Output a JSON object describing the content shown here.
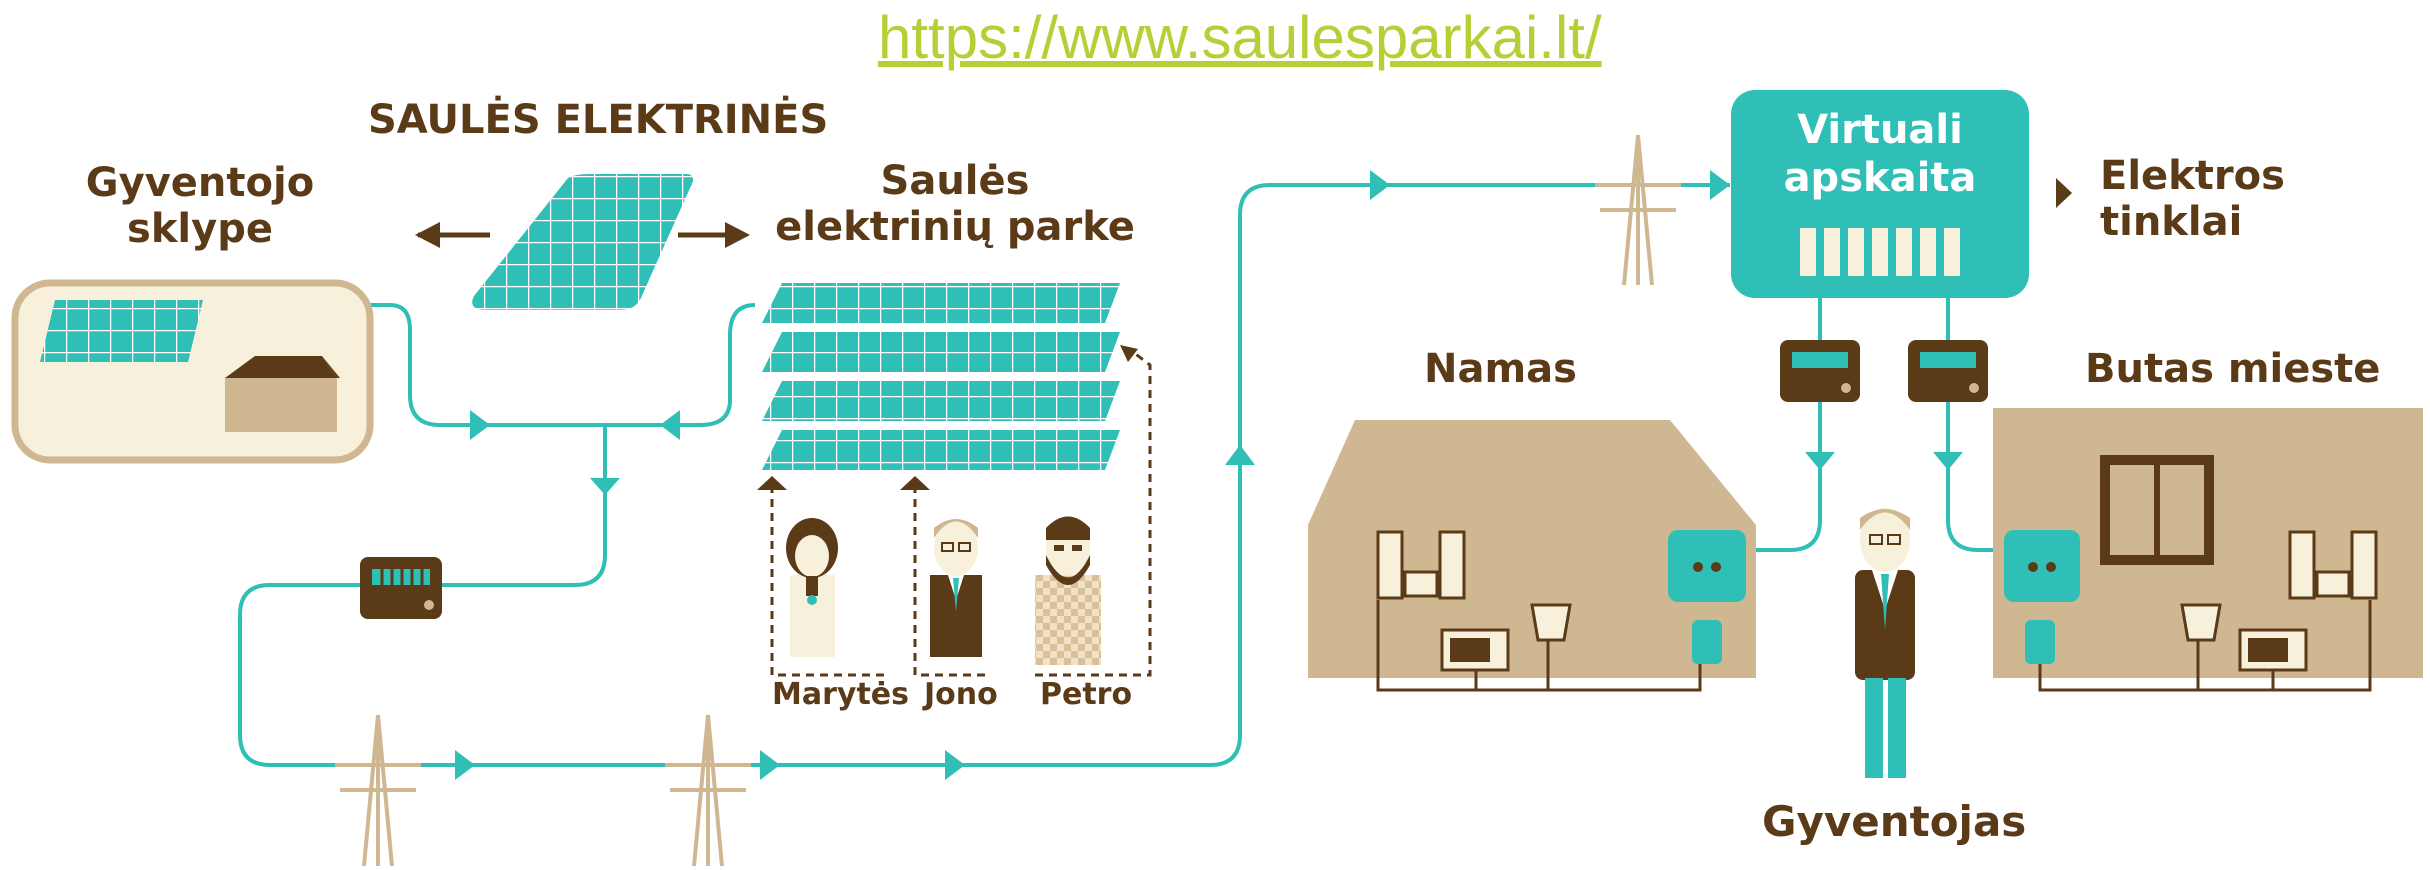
{
  "url": "https://www.saulesparkai.lt/",
  "labels": {
    "solar_plants": "SAULĖS ELEKTRINĖS",
    "resident_plot": "Gyventojo\nsklype",
    "solar_park": "Saulės\nelektrinių parke",
    "virtual_accounting": "Virtuali\napskaita",
    "grid": "Elektros\ntinklai",
    "house": "Namas",
    "apartment": "Butas mieste",
    "resident": "Gyventojas",
    "person_1": "Marytės",
    "person_2": "Jono",
    "person_3": "Petro"
  },
  "colors": {
    "teal": "#2fbfb6",
    "brown": "#5b3a17",
    "tan": "#cfb792",
    "lime": "#b7cf36",
    "cream": "#f7f1dc"
  },
  "icons": [
    "solar-panel-icon",
    "house-icon",
    "meter-icon",
    "power-pylon-icon",
    "socket-icon",
    "plug-icon",
    "speaker-icon",
    "microwave-icon",
    "kettle-icon",
    "window-icon",
    "person-icon"
  ]
}
